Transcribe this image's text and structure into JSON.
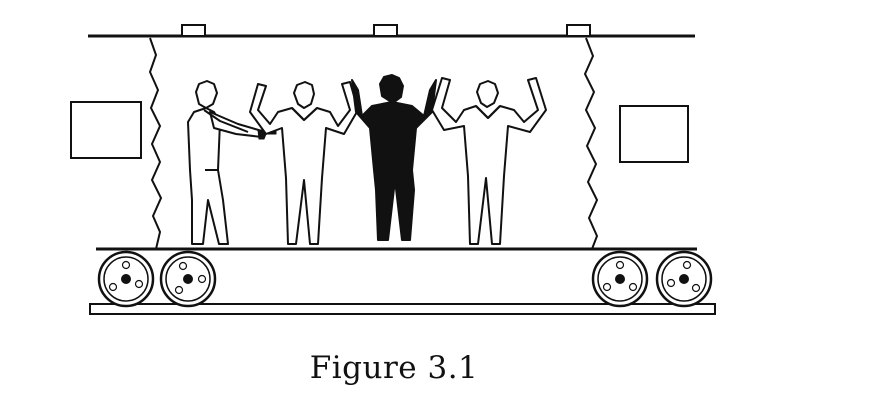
{
  "figure": {
    "caption": "Figure 3.1",
    "ink_color": "#111111",
    "fill_color": "#ffffff",
    "wheel_count": 4,
    "people": [
      {
        "role": "robber",
        "pose": "pointing-gun",
        "fill": "outline"
      },
      {
        "role": "hostage",
        "pose": "hands-up",
        "fill": "outline"
      },
      {
        "role": "hostage",
        "pose": "hands-up",
        "fill": "solid"
      },
      {
        "role": "hostage",
        "pose": "hands-up",
        "fill": "outline"
      }
    ]
  }
}
